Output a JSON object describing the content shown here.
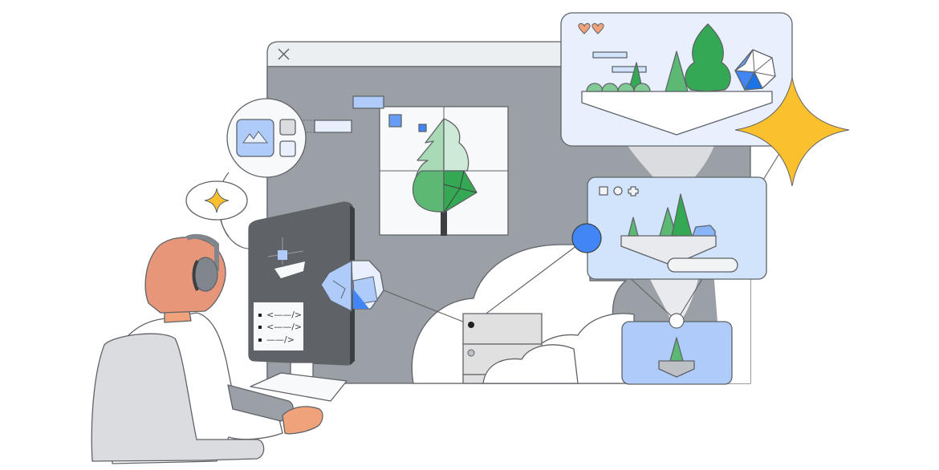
{
  "illustration": {
    "title": "Person at computer creating 3D scene assets with AI",
    "colors": {
      "outline": "#5f6368",
      "window_gray": "#9aa0a6",
      "titlebar": "#e8eaed",
      "monitor": "#5f6368",
      "blue_accent": "#4285f4",
      "light_blue": "#aecbfa",
      "pale_blue": "#e8f0fe",
      "panel_blue": "#d2e3fc",
      "green_dark": "#34a853",
      "green_mid": "#5bb974",
      "green_light": "#a8dab5",
      "yellow_sparkle": "#fbc02d",
      "skin": "#e8a47e",
      "hair": "#e8967a",
      "heart": "#f0a27a"
    },
    "main_window": {
      "close_icon": "close-icon"
    },
    "code_panel": {
      "lines": [
        "<——/>",
        "<——/>",
        "——/>"
      ]
    },
    "toolbar_shapes": [
      "square",
      "circle",
      "plus"
    ],
    "hearts_count": 2
  }
}
